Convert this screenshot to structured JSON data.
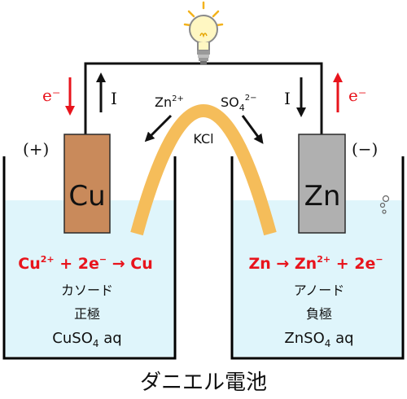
{
  "title": "ダニエル電池",
  "salt_bridge": {
    "label": "KCl"
  },
  "ions": {
    "zn": {
      "base": "Zn",
      "sup": "2+"
    },
    "so4": {
      "base": "SO",
      "sub": "4",
      "sup": "2−"
    }
  },
  "left": {
    "electron": "e⁻",
    "current": "I",
    "polarity": "(+)",
    "electrode": "Cu",
    "reaction": {
      "p1": "Cu",
      "p1sup": "2+",
      "p2": " + 2e",
      "p2sup": "−",
      "p3": " → Cu"
    },
    "role": "カソード",
    "pole": "正極",
    "solution": {
      "base": "CuSO",
      "sub": "4",
      "tail": " aq"
    }
  },
  "right": {
    "electron": "e⁻",
    "current": "I",
    "polarity": "(−)",
    "electrode": "Zn",
    "reaction": {
      "p1": "Zn → Zn",
      "p1sup": "2+",
      "p2": " + 2e",
      "p2sup": "−"
    },
    "role": "アノード",
    "pole": "負極",
    "solution": {
      "base": "ZnSO",
      "sub": "4",
      "tail": " aq"
    }
  },
  "colors": {
    "red": "#e8141c",
    "solution": "#dff5fb",
    "copper": "#c98a5b",
    "zinc": "#b0b0b0",
    "bridge": "#f5bd5a"
  },
  "icons": [
    "light-bulb-icon",
    "electron-arrow-icon",
    "current-arrow-icon",
    "bubble-icon"
  ]
}
